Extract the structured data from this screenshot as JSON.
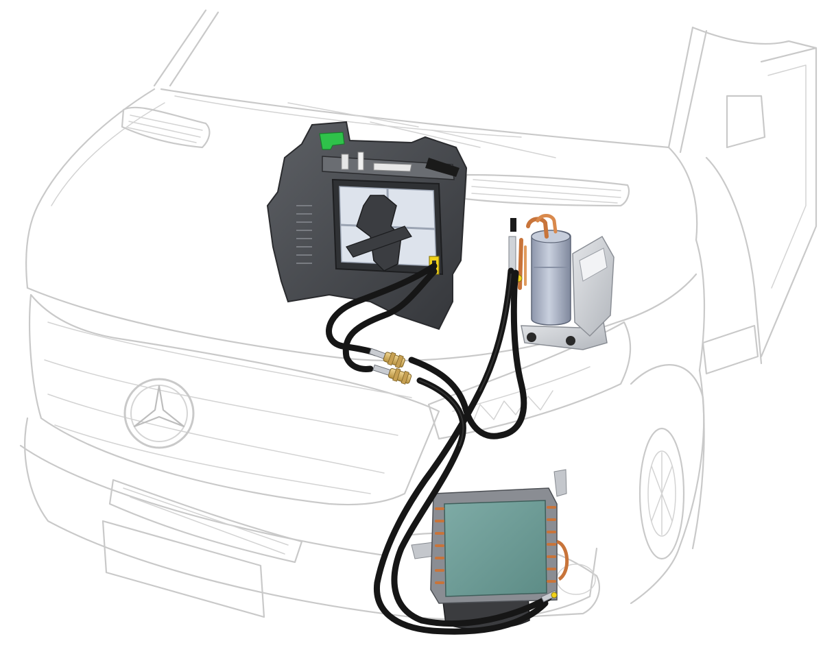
{
  "diagram": {
    "components": [
      {
        "id": "van-body",
        "icon": "mercedes-sprinter-van-outline"
      },
      {
        "id": "evaporator-housing",
        "icon": "hvac-evaporator-housing"
      },
      {
        "id": "electric-compressor",
        "icon": "scroll-compressor"
      },
      {
        "id": "condenser",
        "icon": "condenser-with-fan"
      },
      {
        "id": "refrigerant-hoses",
        "icon": "refrigerant-hose-set"
      },
      {
        "id": "hose-couplings",
        "icon": "brass-quick-couplings"
      }
    ],
    "colors": {
      "van_outline": "#c9c9c9",
      "housing": "#4a4c50",
      "filter_panel": "#dde3ec",
      "green_clip": "#2fc24a",
      "yellow_port": "#f2d21a",
      "compressor": "#aab3c7",
      "copper": "#c8743a",
      "condenser_core": "#6f9f9a",
      "hose": "#161616",
      "brass": "#d6b36a"
    }
  }
}
